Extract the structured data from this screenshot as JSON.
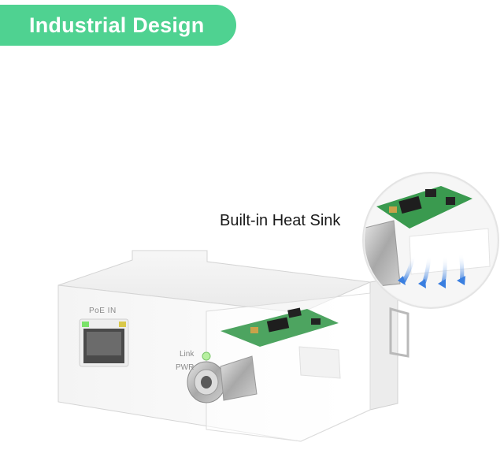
{
  "banner": {
    "title": "Industrial Design"
  },
  "callout": {
    "label": "Built-in Heat Sink"
  },
  "device": {
    "port_label": "PoE IN",
    "link_label": "Link",
    "pwr_label": "PWR"
  },
  "colors": {
    "banner": "#4fd291",
    "pcb": "#3a9a4f",
    "heat_red": "#e8503a",
    "heat_blue": "#3a7fe0",
    "led_green": "#7be36a"
  }
}
